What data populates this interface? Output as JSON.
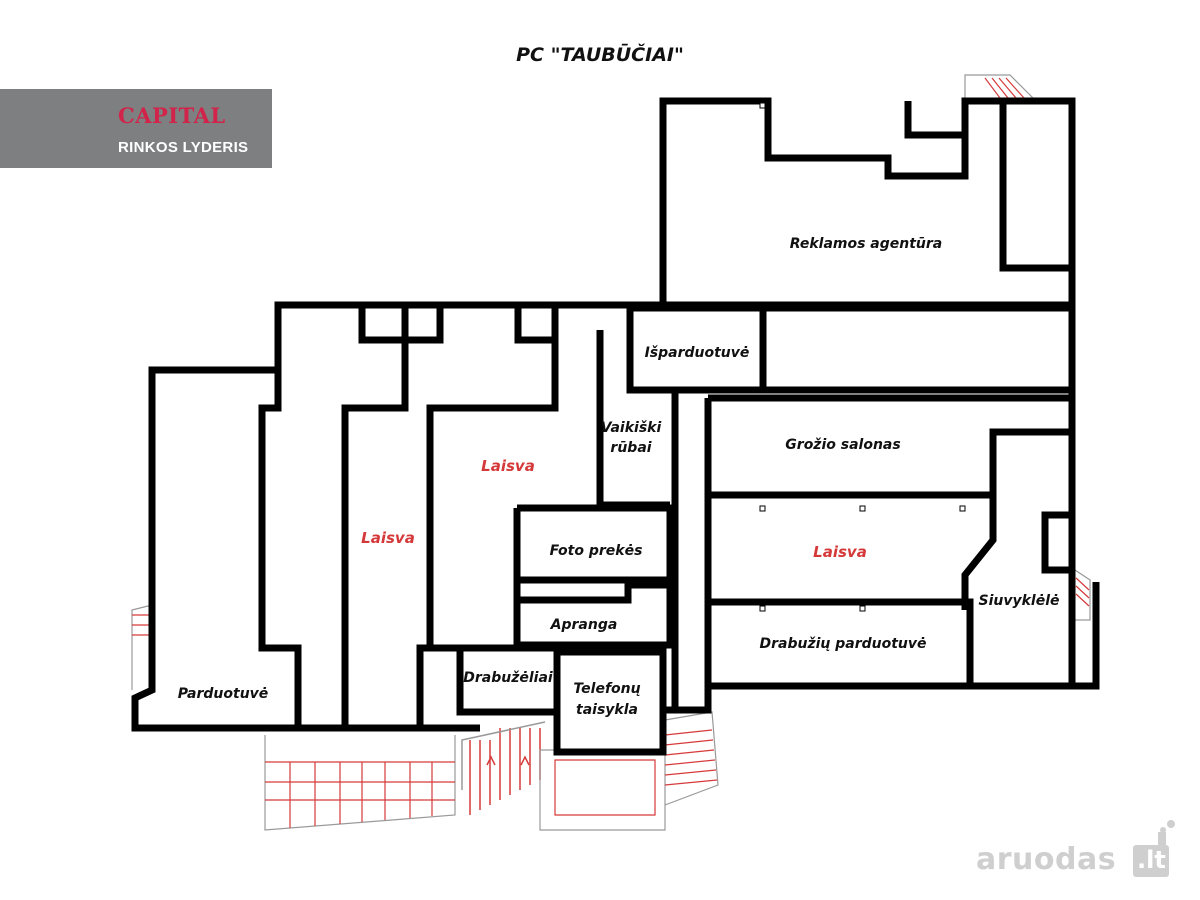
{
  "title": "PC \"TAUBŪČIAI\"",
  "logo": {
    "brand": "CAPITAL",
    "tagline": "RINKOS LYDERIS",
    "icon": "house-icon",
    "background": "#7d7f80",
    "brand_color": "#d2234a"
  },
  "rooms": {
    "reklamos": "Reklamos agentūra",
    "ispardutuve": "Išparduotuvė",
    "vaikiski_1": "Vaikiški",
    "vaikiski_2": "rūbai",
    "laisva_left": "Laisva",
    "laisva_center": "Laisva",
    "laisva_right": "Laisva",
    "grozio": "Grožio salonas",
    "foto": "Foto prekės",
    "apranga": "Apranga",
    "drabuzeliai": "Drabužėliai",
    "telefonu_1": "Telefonų",
    "telefonu_2": "taisykla",
    "siuvyklele": "Siuvyklėlė",
    "drabuziu": "Drabužių parduotuvė",
    "parduotuve": "Parduotuvė"
  },
  "colors": {
    "wall": "#000000",
    "free_label": "#d53838",
    "stairs": "#d63a3a"
  },
  "watermark": {
    "text": "aruodas",
    "tld": ".lt"
  }
}
